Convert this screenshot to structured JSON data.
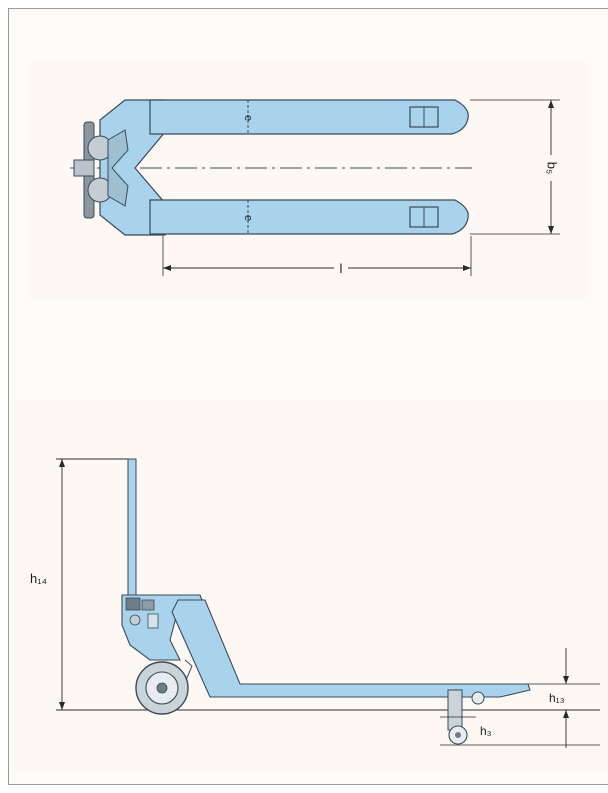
{
  "figure": {
    "colors": {
      "fork": "#a9d3ec",
      "outline": "#3b4a55",
      "dim_line": "#2a2a2a",
      "background": "#fdfbf8",
      "frame": "#9a9a9a"
    },
    "top_view": {
      "labels": {
        "fork_width": "e",
        "overall_width": "b₅",
        "fork_length": "l"
      }
    },
    "side_view": {
      "labels": {
        "handle_height": "h₁₄",
        "raised_height": "h₁₃",
        "lowered_height": "h₃"
      }
    }
  }
}
